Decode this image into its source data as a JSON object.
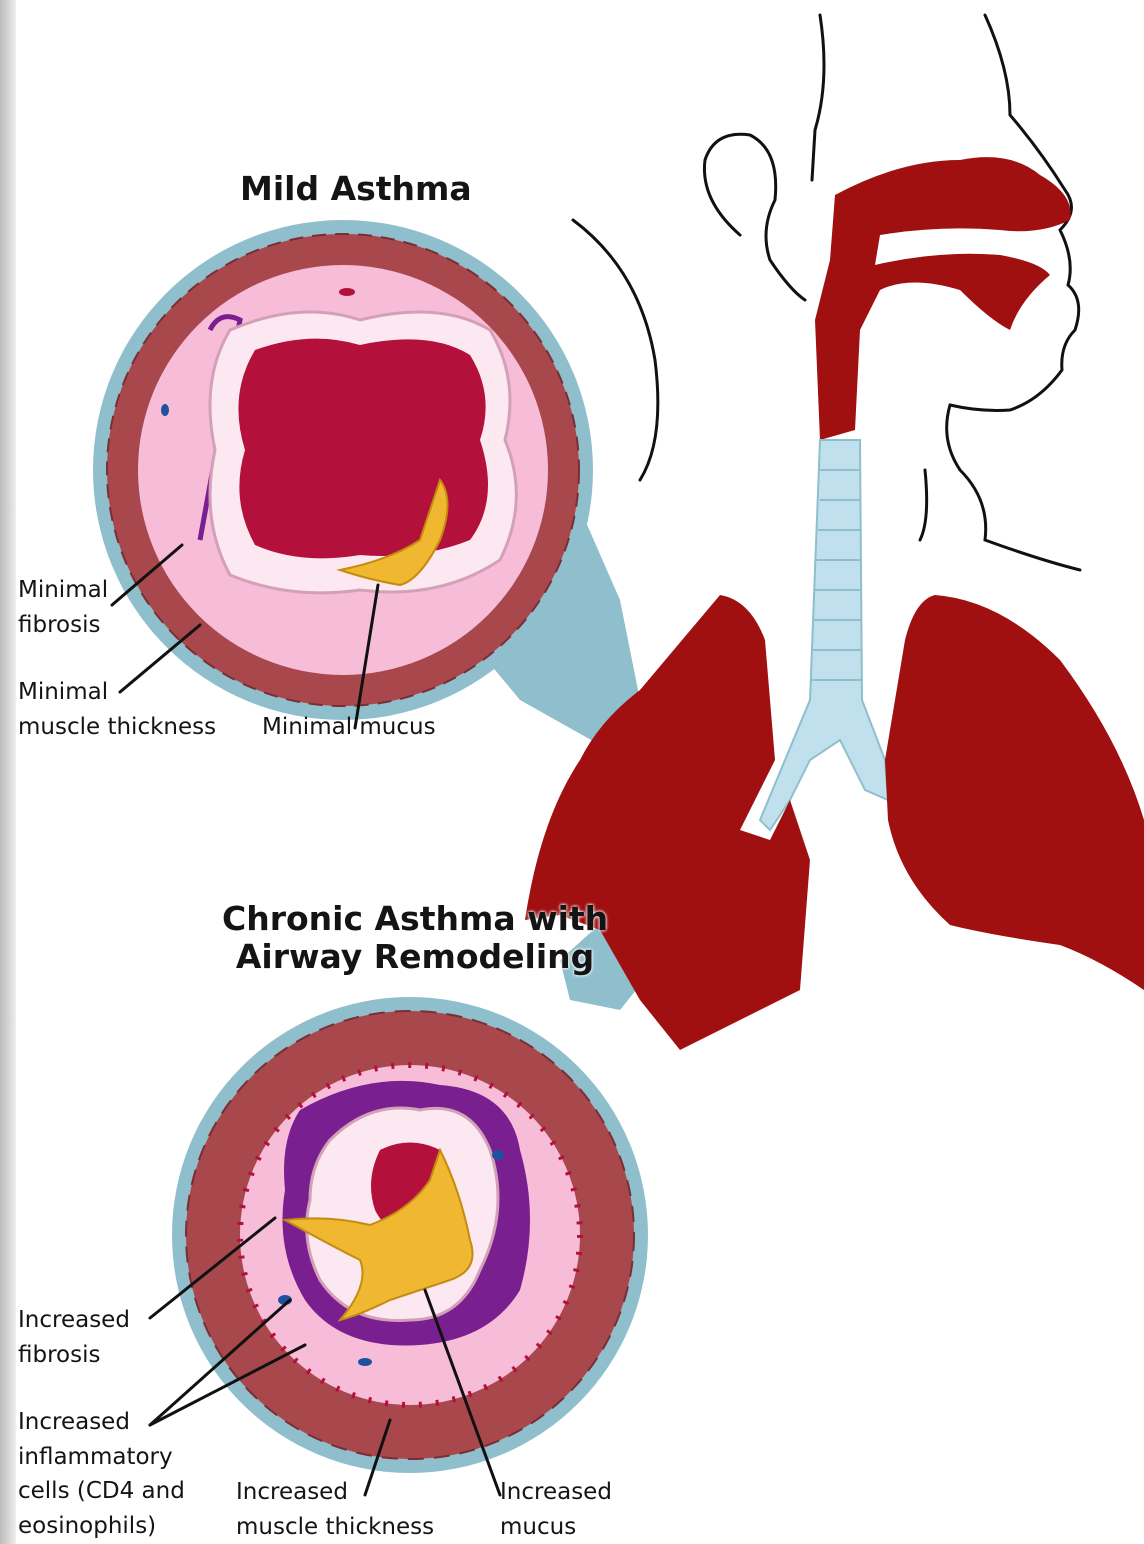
{
  "titles": {
    "mild": "Mild Asthma",
    "chronic_line1": "Chronic Asthma with",
    "chronic_line2": "Airway Remodeling"
  },
  "mild_labels": {
    "fibrosis": [
      "Minimal",
      "fibrosis"
    ],
    "muscle": [
      "Minimal",
      "muscle thickness"
    ],
    "mucus": "Minimal mucus"
  },
  "chronic_labels": {
    "fibrosis": [
      "Increased",
      "fibrosis"
    ],
    "inflammatory": [
      "Increased",
      "inflammatory",
      "cells (CD4 and",
      "eosinophils)"
    ],
    "muscle": [
      "Increased",
      "muscle thickness"
    ],
    "mucus": [
      "Increased",
      "mucus"
    ]
  },
  "colors": {
    "muscle": "#a8484c",
    "submucosa_pink": "#f7bcd8",
    "lumen": "#b3103c",
    "mucus": "#f0b830",
    "fibrosis": "#7a1f8f",
    "lung": "#a01010",
    "callout_blue": "#8fbfcc",
    "trachea": "#bfe0ec"
  }
}
